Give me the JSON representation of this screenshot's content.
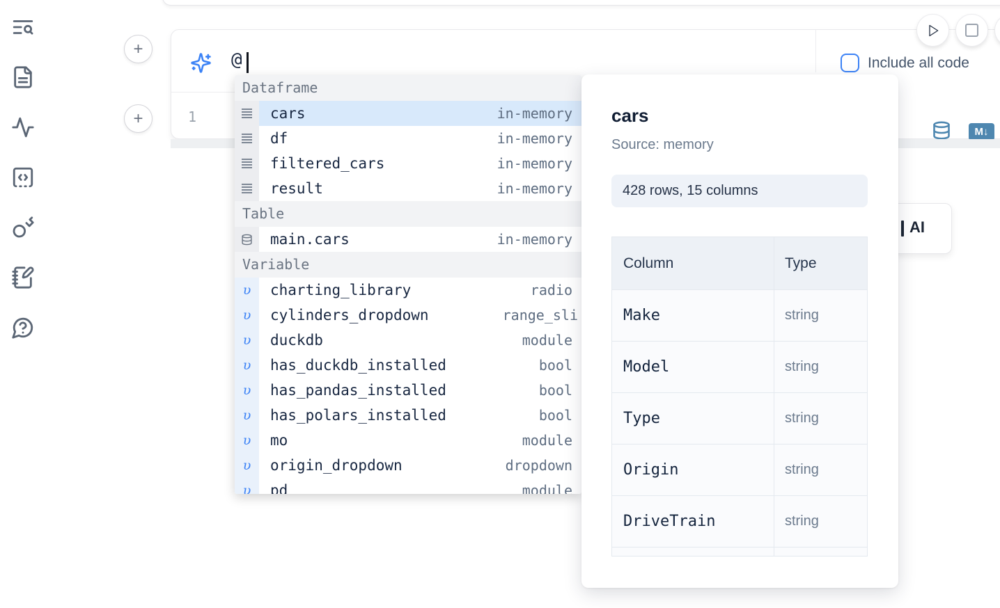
{
  "colors": {
    "accent_blue": "#3b82f6",
    "steel_blue": "#4e87b0",
    "selection_bg": "#d8e9fb"
  },
  "sidebar": {
    "items": [
      {
        "icon": "search-list-icon"
      },
      {
        "icon": "file-icon"
      },
      {
        "icon": "activity-icon"
      },
      {
        "icon": "snippets-icon"
      },
      {
        "icon": "key-icon"
      },
      {
        "icon": "scratchpad-icon"
      },
      {
        "icon": "help-icon"
      }
    ]
  },
  "toolbar": {
    "include_all_code_label": "Include all code"
  },
  "prompt": {
    "value": "@"
  },
  "editor": {
    "line_number": "1"
  },
  "ai_card": {
    "visible_fragment": "AI"
  },
  "completion": {
    "sections": [
      {
        "label": "Dataframe",
        "items": [
          {
            "icon": "rows-icon",
            "name": "cars",
            "type": "in-memory",
            "selected": true
          },
          {
            "icon": "rows-icon",
            "name": "df",
            "type": "in-memory"
          },
          {
            "icon": "rows-icon",
            "name": "filtered_cars",
            "type": "in-memory"
          },
          {
            "icon": "rows-icon",
            "name": "result",
            "type": "in-memory"
          }
        ]
      },
      {
        "label": "Table",
        "items": [
          {
            "icon": "database-icon",
            "name": "main.cars",
            "type": "in-memory"
          }
        ]
      },
      {
        "label": "Variable",
        "items": [
          {
            "icon": "variable-icon",
            "name": "charting_library",
            "type": "radio"
          },
          {
            "icon": "variable-icon",
            "name": "cylinders_dropdown",
            "type": "range_sli",
            "type_clipped": true
          },
          {
            "icon": "variable-icon",
            "name": "duckdb",
            "type": "module"
          },
          {
            "icon": "variable-icon",
            "name": "has_duckdb_installed",
            "type": "bool"
          },
          {
            "icon": "variable-icon",
            "name": "has_pandas_installed",
            "type": "bool"
          },
          {
            "icon": "variable-icon",
            "name": "has_polars_installed",
            "type": "bool"
          },
          {
            "icon": "variable-icon",
            "name": "mo",
            "type": "module"
          },
          {
            "icon": "variable-icon",
            "name": "origin_dropdown",
            "type": "dropdown"
          },
          {
            "icon": "variable-icon",
            "name": "pd",
            "type": "module",
            "clipped": true
          }
        ]
      }
    ]
  },
  "popover": {
    "title": "cars",
    "source": "Source: memory",
    "shape": "428 rows, 15 columns",
    "table": {
      "headers": [
        "Column",
        "Type"
      ],
      "rows": [
        [
          "Make",
          "string"
        ],
        [
          "Model",
          "string"
        ],
        [
          "Type",
          "string"
        ],
        [
          "Origin",
          "string"
        ],
        [
          "DriveTrain",
          "string"
        ]
      ]
    }
  }
}
